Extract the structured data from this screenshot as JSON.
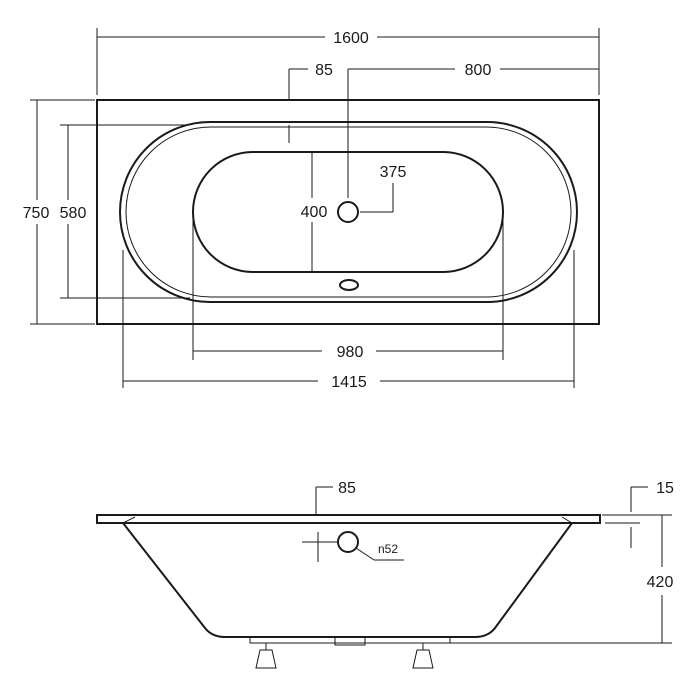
{
  "top_view": {
    "length": "1600",
    "drain_offset": "85",
    "half_length": "800",
    "drain_to_center": "375",
    "inner_width": "400",
    "width": "750",
    "rim_width": "580",
    "inner_length": "980",
    "rim_length": "1415"
  },
  "side_view": {
    "drain_offset": "85",
    "rim_thickness": "15",
    "depth": "420",
    "overflow_diameter": "n52"
  }
}
